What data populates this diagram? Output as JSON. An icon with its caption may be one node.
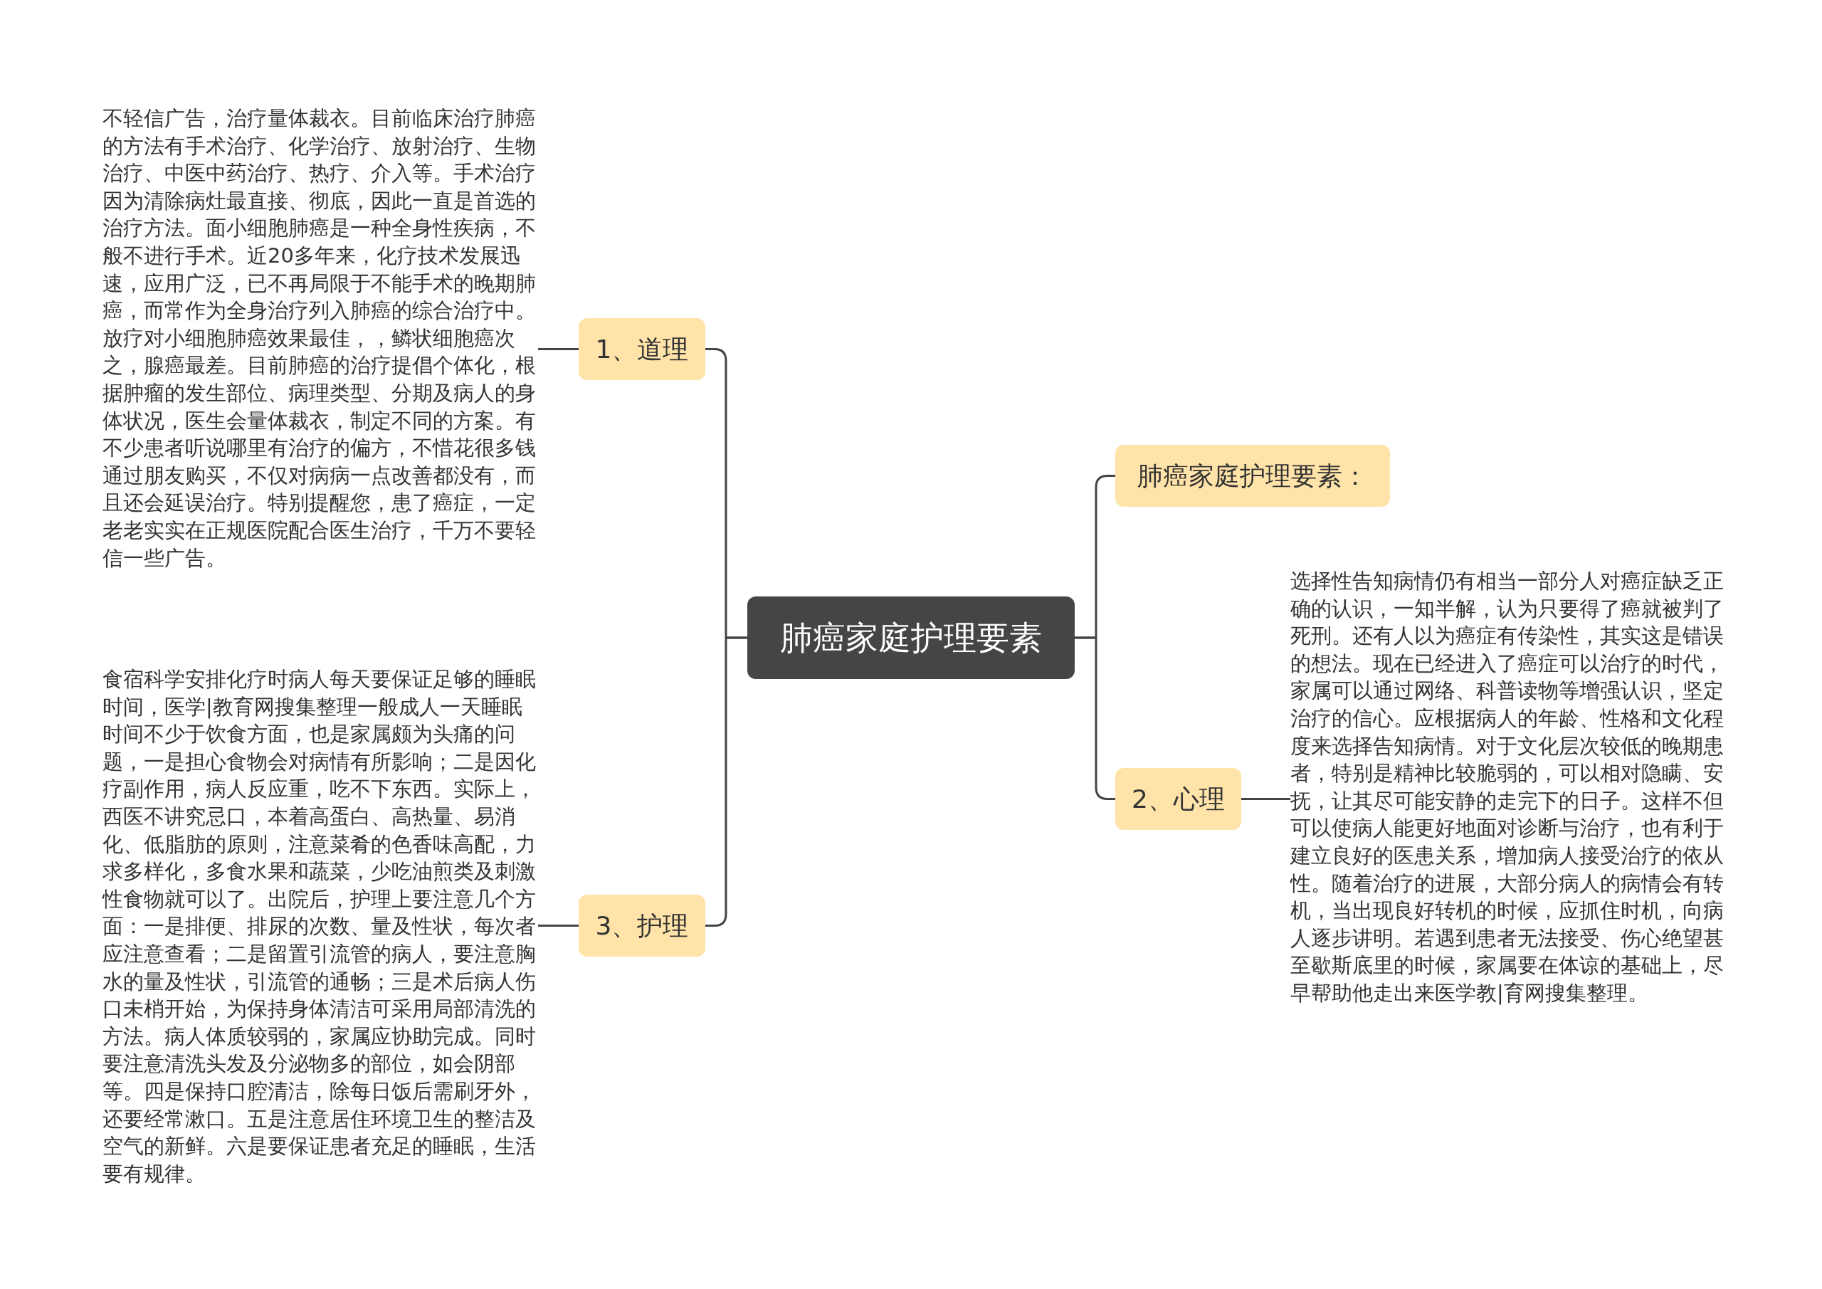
{
  "diagram": {
    "nodes": [
      {
        "text": [
          "肺癌家庭护理要素"
        ]
      },
      {
        "text": [
          "1、道理"
        ]
      },
      {
        "text": [
          "不轻信广告，治疗量体裁衣。目前临床治疗肺癌的方法有手术治疗、化学治疗、放射治疗、生物治疗、中医中药治疗、热疗、介入等。手术治疗因为清除病灶最直接、彻底，因此一直是首选的治疗方法。面小细胞肺癌是一种全身性疾病，不般不进行手术。近20多年来，化疗技术发展迅速，应用广泛，已不再局限于不能手术的晚期肺癌，而常作为全身治疗列入肺癌的综合治疗中。放疗对小细胞肺癌效果最佳，，鳞状细胞癌次之，腺癌最差。目前肺癌的治疗提倡个体化，根据肿瘤的发生部位、病理类型、分期及病人的身体状况，医生会量体裁衣，制定不同的方案。有不少患者听说哪里有治疗的偏方，不惜花很多钱通过朋友购买，不仅对病病一点改善都没有，而且还会延误治疗。特别提醒您，患了癌症，一定老老实实在正规医院配合医生治疗，千万不要轻信一些广告。"
        ]
      },
      {
        "text": [
          "3、护理"
        ]
      },
      {
        "text": [
          "食宿科学安排化疗时病人每天要保证足够的睡眠时间，医学|教育网搜集整理一般成人一天睡眠时间不少于饮食方面，也是家属颇为头痛的问题，一是担心食物会对病情有所影响；二是因化疗副作用，病人反应重，吃不下东西。实际上，西医不讲究忌口，本着高蛋白、高热量、易消化、低脂肪的原则，注意菜肴的色香味高配，力求多样化，多食水果和蔬菜，少吃油煎类及刺激性食物就可以了。出院后，护理上要注意几个方面：一是排便、排尿的次数、量及性状，每次者应注意查看；二是留置引流管的病人，要注意胸水的量及性状，引流管的通畅；三是术后病人伤口未梢开始，为保持身体清洁可采用局部清洗的方法。病人体质较弱的，家属应协助完成。同时要注意清洗头发及分泌物多的部位，如会阴部等。四是保持口腔清洁，除每日饭后需刷牙外，还要经常漱口。五是注意居住环境卫生的整洁及空气的新鲜。六是要保证患者充足的睡眠，生活要有规律。"
        ]
      },
      {
        "text": [
          "肺癌家庭护理要素："
        ]
      },
      {
        "text": [
          "2、心理"
        ]
      },
      {
        "text": [
          "选择性告知病情仍有相当一部分人对癌症缺乏正确的认识，一知半解，认为只要得了癌就被判了死刑。还有人以为癌症有传染性，其实这是错误的想法。现在已经进入了癌症可以治疗的时代，家属可以通过网络、科普读物等增强认识，坚定治疗的信心。应根据病人的年龄、性格和文化程度来选择告知病情。对于文化层次较低的晚期患者，特别是精神比较脆弱的，可以相对隐瞒、安抚，让其尽可能安静的走完下的日子。这样不但可以使病人能更好地面对诊断与治疗，也有利于建立良好的医患关系，增加病人接受治疗的依从性。随着治疗的进展，大部分病人的病情会有转机，当出现良好转机的时候，应抓住时机，向病人逐步讲明。若遇到患者无法接受、伤心绝望甚至歇斯底里的时候，家属要在体谅的基础上，尽早帮助他走出来医学教|育网搜集整理。"
        ]
      }
    ],
    "edges": [
      {
        "from": 0,
        "to": 1,
        "arrow": "none"
      },
      {
        "from": 1,
        "to": 2,
        "arrow": "none"
      },
      {
        "from": 0,
        "to": 3,
        "arrow": "none"
      },
      {
        "from": 3,
        "to": 4,
        "arrow": "none"
      },
      {
        "from": 0,
        "to": 5,
        "arrow": "none"
      },
      {
        "from": 0,
        "to": 6,
        "arrow": "none"
      },
      {
        "from": 6,
        "to": 7,
        "arrow": "none"
      }
    ]
  }
}
